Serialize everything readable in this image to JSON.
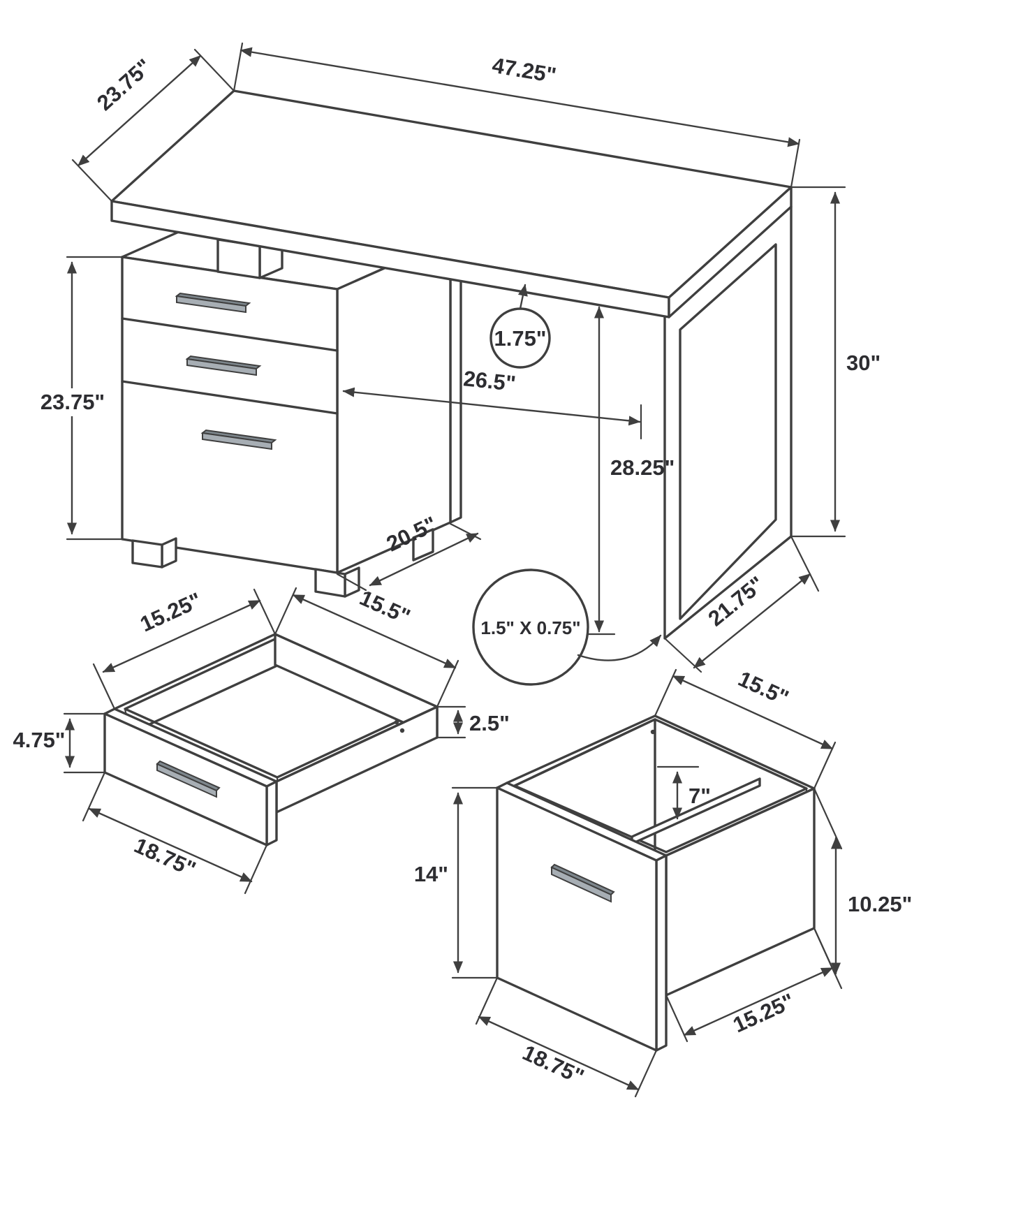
{
  "drawing": {
    "type": "technical-dimension-diagram",
    "subject": "computer desk with drawer pedestal, metal leg frame and two drawer detail views",
    "units": "inches",
    "line_color": "#3f3f3f",
    "text_color": "#2d2d31"
  },
  "desk_view": {
    "top_depth": "23.75\"",
    "top_width": "47.25\"",
    "overall_height": "30\"",
    "pedestal_height": "23.75\"",
    "top_thickness": "1.75\"",
    "knee_clearance_width": "26.5\"",
    "knee_clearance_height": "28.25\"",
    "pedestal_depth": "20.5\"",
    "leg_base_depth": "21.75\"",
    "leg_tube_size": "1.5\" X 0.75\""
  },
  "small_drawer_view": {
    "inner_depth": "15.25\"",
    "inner_width": "15.5\"",
    "front_height": "4.75\"",
    "side_height": "2.5\"",
    "outer_width": "18.75\""
  },
  "file_drawer_view": {
    "inner_depth": "15.5\"",
    "rail_height": "7\"",
    "front_height": "14\"",
    "back_height": "10.25\"",
    "outer_width": "18.75\"",
    "bottom_depth": "15.25\""
  }
}
